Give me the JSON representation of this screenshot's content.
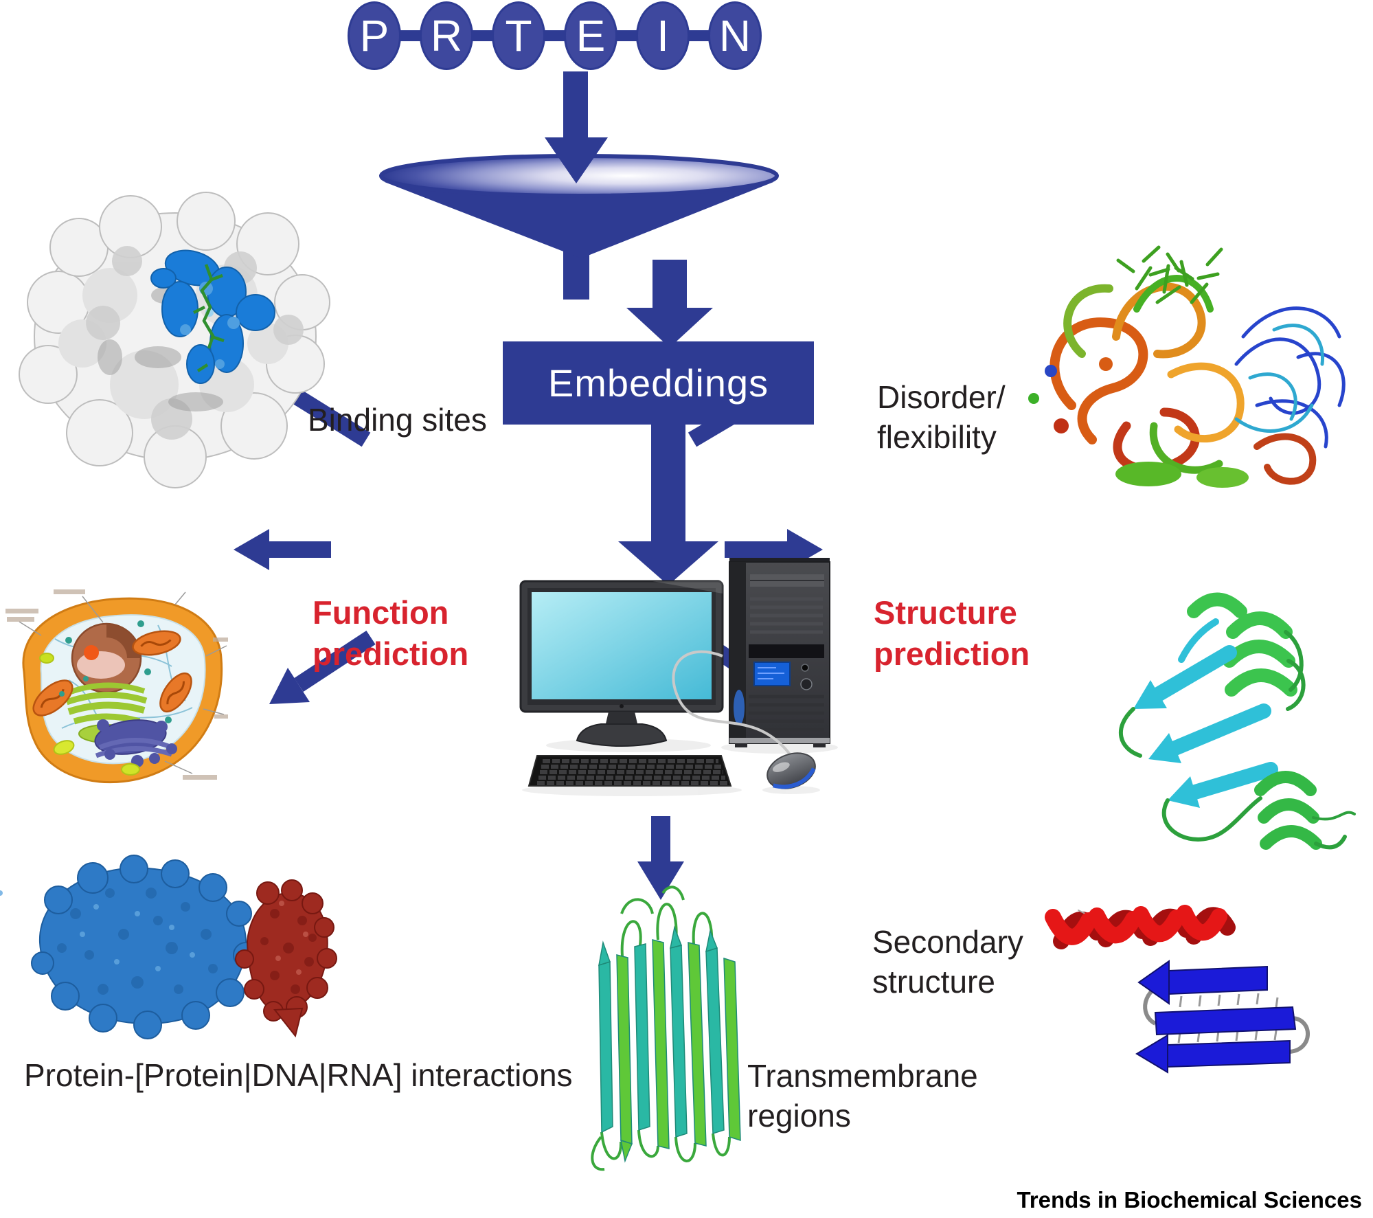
{
  "figure": {
    "sequence_letters": [
      "P",
      "R",
      "T",
      "E",
      "I",
      "N"
    ],
    "embeddings_label": "Embeddings",
    "labels": {
      "binding_sites": "Binding sites",
      "disorder_line1": "Disorder/",
      "disorder_line2": "flexibility",
      "function_line1": "Function",
      "function_line2": "prediction",
      "structure_line1": "Structure",
      "structure_line2": "prediction",
      "secondary_line1": "Secondary",
      "secondary_line2": "structure",
      "transmembrane_line1": "Transmembrane",
      "transmembrane_line2": "regions",
      "interactions": "Protein-[Protein|DNA|RNA] interactions"
    },
    "journal": "Trends in Biochemical Sciences",
    "colors": {
      "diagram_blue": "#2e3b93",
      "accent_red": "#d8232e",
      "text_black": "#231f20",
      "box_text": "#ffffff",
      "screen_cyan": "#49bdd9"
    }
  }
}
